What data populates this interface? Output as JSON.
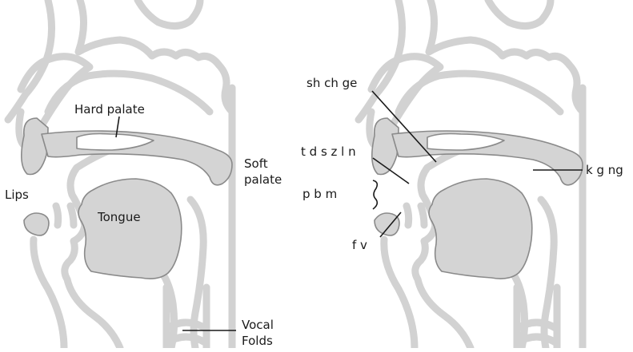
{
  "left_panel": {
    "labels": {
      "hard_palate": "Hard palate",
      "soft_palate_line1": "Soft",
      "soft_palate_line2": "palate",
      "lips": "Lips",
      "tongue": "Tongue",
      "vocal_folds_line1": "Vocal",
      "vocal_folds_line2": "Folds"
    }
  },
  "right_panel": {
    "labels": {
      "postalveolar": "sh ch ge",
      "alveolar": "t d s z l n",
      "velar": "k g ng",
      "bilabial": "p b m",
      "labiodental": "f v"
    }
  },
  "colors": {
    "outline": "#d2d2d2",
    "tissue_fill": "#d4d4d4",
    "tissue_stroke": "#8a8a8a",
    "label_text": "#1a1a1a"
  }
}
